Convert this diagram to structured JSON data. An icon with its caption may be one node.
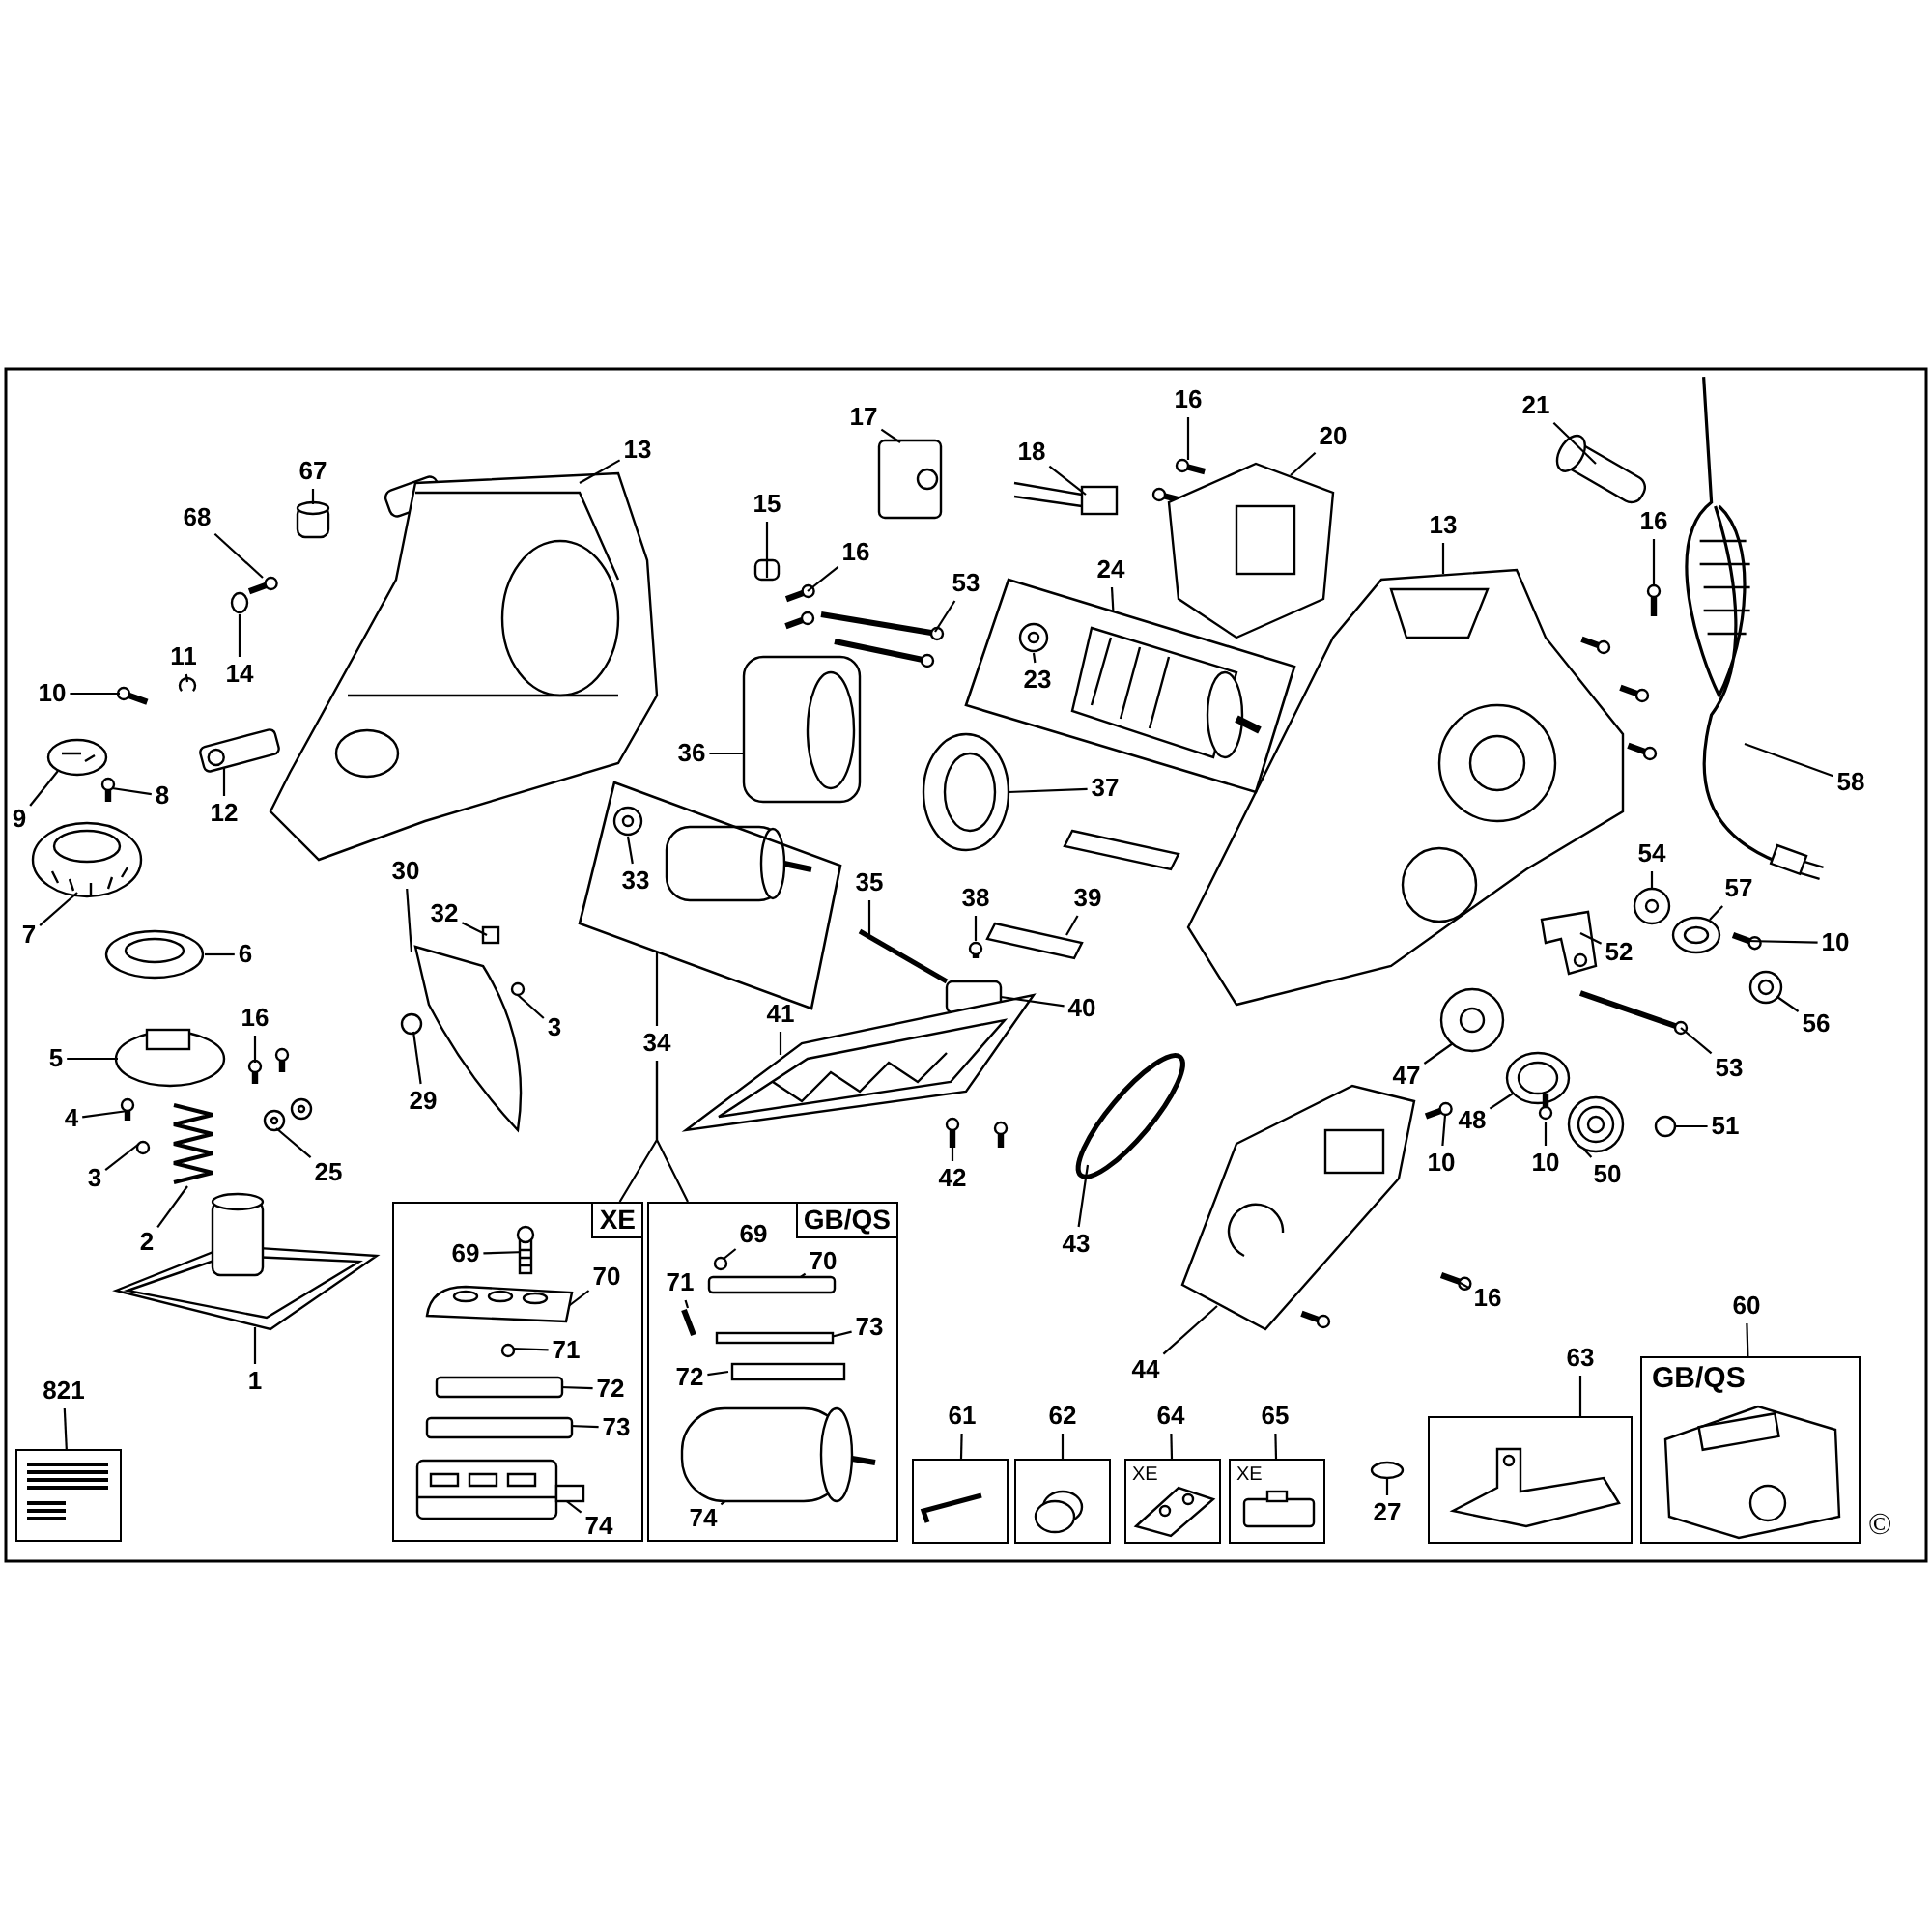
{
  "diagram": {
    "nodes": [
      {
        "text": [
          "67"
        ]
      },
      {
        "text": [
          "68"
        ]
      },
      {
        "text": [
          "14"
        ]
      },
      {
        "text": [
          "11"
        ]
      },
      {
        "text": [
          "10"
        ]
      },
      {
        "text": [
          "9"
        ]
      },
      {
        "text": [
          "8"
        ]
      },
      {
        "text": [
          "12"
        ]
      },
      {
        "text": [
          "7"
        ]
      },
      {
        "text": [
          "6"
        ]
      },
      {
        "text": [
          "5"
        ]
      },
      {
        "text": [
          "16"
        ]
      },
      {
        "text": [
          "4"
        ]
      },
      {
        "text": [
          "3"
        ]
      },
      {
        "text": [
          "2"
        ]
      },
      {
        "text": [
          "25"
        ]
      },
      {
        "text": [
          "1"
        ]
      },
      {
        "text": [
          "13"
        ]
      },
      {
        "text": [
          "30"
        ]
      },
      {
        "text": [
          "32"
        ]
      },
      {
        "text": [
          "3"
        ]
      },
      {
        "text": [
          "29"
        ]
      },
      {
        "text": [],
        "shape": "box"
      },
      {
        "text": [
          "33"
        ],
        "in": 22
      },
      {
        "text": [
          "34"
        ]
      },
      {
        "text": [
          "15"
        ]
      },
      {
        "text": [
          "16"
        ]
      },
      {
        "text": [
          "17"
        ]
      },
      {
        "text": [
          "18"
        ]
      },
      {
        "text": [
          "53"
        ]
      },
      {
        "text": [],
        "shape": "box"
      },
      {
        "text": [
          "23"
        ],
        "in": 30
      },
      {
        "text": [
          "24"
        ]
      },
      {
        "text": [
          "36"
        ]
      },
      {
        "text": [
          "37"
        ]
      },
      {
        "text": [
          "35"
        ]
      },
      {
        "text": [
          "38"
        ]
      },
      {
        "text": [
          "39"
        ]
      },
      {
        "text": [
          "40"
        ]
      },
      {
        "text": [
          "41"
        ]
      },
      {
        "text": [
          "42"
        ]
      },
      {
        "text": [
          "16"
        ]
      },
      {
        "text": [
          "20"
        ]
      },
      {
        "text": [
          "21"
        ]
      },
      {
        "text": [
          "16"
        ]
      },
      {
        "text": [
          "13"
        ]
      },
      {
        "text": [
          "58"
        ]
      },
      {
        "text": [
          "54"
        ]
      },
      {
        "text": [
          "57"
        ]
      },
      {
        "text": [
          "10"
        ]
      },
      {
        "text": [
          "52"
        ]
      },
      {
        "text": [
          "56"
        ]
      },
      {
        "text": [
          "53"
        ]
      },
      {
        "text": [
          "47"
        ]
      },
      {
        "text": [
          "48"
        ]
      },
      {
        "text": [
          "10"
        ]
      },
      {
        "text": [
          "10"
        ]
      },
      {
        "text": [
          "50"
        ]
      },
      {
        "text": [
          "51"
        ]
      },
      {
        "text": [
          "43"
        ]
      },
      {
        "text": [
          "44"
        ]
      },
      {
        "text": [
          "16"
        ]
      },
      {
        "text": [
          "XE"
        ]
      },
      {
        "text": [
          "69"
        ],
        "in": 62
      },
      {
        "text": [
          "70"
        ],
        "in": 62
      },
      {
        "text": [
          "71"
        ],
        "in": 62
      },
      {
        "text": [
          "72"
        ],
        "in": 62
      },
      {
        "text": [
          "73"
        ],
        "in": 62
      },
      {
        "text": [
          "74"
        ],
        "in": 62
      },
      {
        "text": [
          "GB/QS"
        ]
      },
      {
        "text": [
          "69"
        ],
        "in": 69
      },
      {
        "text": [
          "70"
        ],
        "in": 69
      },
      {
        "text": [
          "71"
        ],
        "in": 69
      },
      {
        "text": [
          "73"
        ],
        "in": 69
      },
      {
        "text": [
          "72"
        ],
        "in": 69
      },
      {
        "text": [
          "74"
        ],
        "in": 69
      },
      {
        "text": [
          "821"
        ]
      },
      {
        "text": [],
        "shape": "box"
      },
      {
        "text": [
          "61"
        ]
      },
      {
        "text": [],
        "shape": "box"
      },
      {
        "text": [
          "62"
        ]
      },
      {
        "text": [],
        "shape": "box"
      },
      {
        "text": [
          "64"
        ]
      },
      {
        "text": [
          "XE"
        ]
      },
      {
        "text": [
          "65"
        ]
      },
      {
        "text": [
          "XE"
        ]
      },
      {
        "text": [
          "27"
        ]
      },
      {
        "text": [
          "63"
        ]
      },
      {
        "text": [],
        "shape": "box"
      },
      {
        "text": [
          "60"
        ]
      },
      {
        "text": [
          "GB/QS"
        ]
      },
      {
        "text": [],
        "shape": "cylinder"
      },
      {
        "text": [],
        "shape": "picture"
      },
      {
        "text": [],
        "shape": "circle"
      },
      {
        "text": [],
        "shape": "picture"
      },
      {
        "text": [],
        "shape": "picture"
      },
      {
        "text": [],
        "shape": "picture"
      },
      {
        "text": [],
        "shape": "picture"
      },
      {
        "text": [],
        "shape": "picture"
      },
      {
        "text": [],
        "shape": "picture"
      },
      {
        "text": [],
        "shape": "picture"
      },
      {
        "text": [],
        "shape": "picture"
      },
      {
        "text": [],
        "shape": "picture"
      },
      {
        "text": [],
        "shape": "picture"
      },
      {
        "text": [],
        "shape": "circle"
      },
      {
        "text": [],
        "shape": "picture"
      },
      {
        "text": [],
        "shape": "picture"
      },
      {
        "text": [],
        "shape": "picture"
      },
      {
        "text": [],
        "shape": "picture"
      },
      {
        "text": [],
        "shape": "picture"
      },
      {
        "text": [],
        "shape": "box"
      },
      {
        "text": [],
        "shape": "circle"
      },
      {
        "text": [],
        "shape": "circle"
      },
      {
        "text": [],
        "shape": "picture",
        "in": 22
      },
      {
        "text": [],
        "shape": "box"
      },
      {
        "text": [],
        "shape": "picture"
      },
      {
        "text": [],
        "shape": "picture"
      },
      {
        "text": [],
        "shape": "picture"
      },
      {
        "text": [],
        "shape": "picture"
      },
      {
        "text": [],
        "shape": "picture",
        "in": 30
      },
      {
        "text": [],
        "shape": "picture"
      },
      {
        "text": [],
        "shape": "picture"
      },
      {
        "text": [],
        "shape": "bar"
      },
      {
        "text": [],
        "shape": "picture"
      },
      {
        "text": [],
        "shape": "bar"
      },
      {
        "text": [],
        "shape": "box"
      },
      {
        "text": [],
        "shape": "picture"
      },
      {
        "text": [],
        "shape": "picture"
      },
      {
        "text": [],
        "shape": "picture"
      },
      {
        "text": [],
        "shape": "picture"
      },
      {
        "text": [],
        "shape": "cylinder"
      },
      {
        "text": [],
        "shape": "picture"
      },
      {
        "text": [],
        "shape": "picture"
      },
      {
        "text": [],
        "shape": "picture"
      },
      {
        "text": [],
        "shape": "picture"
      },
      {
        "text": [],
        "shape": "picture"
      },
      {
        "text": [],
        "shape": "picture"
      },
      {
        "text": [],
        "shape": "picture"
      },
      {
        "text": [],
        "shape": "picture"
      },
      {
        "text": [],
        "shape": "picture"
      },
      {
        "text": [],
        "shape": "picture"
      },
      {
        "text": [],
        "shape": "picture"
      },
      {
        "text": [],
        "shape": "picture"
      },
      {
        "text": [],
        "shape": "picture"
      },
      {
        "text": [],
        "shape": "picture"
      },
      {
        "text": [],
        "shape": "circle"
      },
      {
        "text": [],
        "shape": "circle"
      },
      {
        "text": [],
        "shape": "picture"
      },
      {
        "text": [],
        "shape": "picture"
      },
      {
        "text": [],
        "shape": "picture",
        "in": 62
      },
      {
        "text": [],
        "shape": "picture",
        "in": 62
      },
      {
        "text": [],
        "shape": "circle",
        "in": 62
      },
      {
        "text": [],
        "shape": "bar",
        "in": 62
      },
      {
        "text": [],
        "shape": "bar",
        "in": 62
      },
      {
        "text": [],
        "shape": "picture",
        "in": 62
      },
      {
        "text": [],
        "shape": "circle",
        "in": 69
      },
      {
        "text": [],
        "shape": "bar",
        "in": 69
      },
      {
        "text": [],
        "shape": "bar",
        "in": 69
      },
      {
        "text": [],
        "shape": "bar",
        "in": 69
      },
      {
        "text": [],
        "shape": "bar",
        "in": 69
      },
      {
        "text": [],
        "shape": "cylinder",
        "in": 69
      },
      {
        "text": [],
        "shape": "circle"
      }
    ],
    "edges": [
      {
        "from": 0,
        "to": 91,
        "arrow": "none"
      },
      {
        "from": 1,
        "to": 92,
        "arrow": "none"
      },
      {
        "from": 2,
        "to": 93,
        "arrow": "none"
      },
      {
        "from": 3,
        "to": 94,
        "arrow": "none"
      },
      {
        "from": 4,
        "to": 95,
        "arrow": "none"
      },
      {
        "from": 5,
        "to": 96,
        "arrow": "none"
      },
      {
        "from": 6,
        "to": 97,
        "arrow": "none"
      },
      {
        "from": 7,
        "to": 98,
        "arrow": "none"
      },
      {
        "from": 8,
        "to": 99,
        "arrow": "none"
      },
      {
        "from": 9,
        "to": 100,
        "arrow": "none"
      },
      {
        "from": 10,
        "to": 101,
        "arrow": "none"
      },
      {
        "from": 11,
        "to": 102,
        "arrow": "none"
      },
      {
        "from": 12,
        "to": 103,
        "arrow": "none"
      },
      {
        "from": 13,
        "to": 104,
        "arrow": "none"
      },
      {
        "from": 14,
        "to": 105,
        "arrow": "none"
      },
      {
        "from": 15,
        "to": 106,
        "arrow": "none"
      },
      {
        "from": 16,
        "to": 107,
        "arrow": "none"
      },
      {
        "from": 17,
        "to": 108,
        "arrow": "none"
      },
      {
        "from": 18,
        "to": 109,
        "arrow": "none"
      },
      {
        "from": 19,
        "to": 110,
        "arrow": "none"
      },
      {
        "from": 20,
        "to": 111,
        "arrow": "none"
      },
      {
        "from": 21,
        "to": 112,
        "arrow": "none"
      },
      {
        "from": 23,
        "to": 113,
        "arrow": "none"
      },
      {
        "from": 24,
        "to": 22,
        "arrow": "none"
      },
      {
        "from": 24,
        "to": 62,
        "arrow": "none"
      },
      {
        "from": 24,
        "to": 69,
        "arrow": "none"
      },
      {
        "from": 25,
        "to": 114,
        "arrow": "none"
      },
      {
        "from": 26,
        "to": 115,
        "arrow": "none"
      },
      {
        "from": 27,
        "to": 116,
        "arrow": "none"
      },
      {
        "from": 28,
        "to": 117,
        "arrow": "none"
      },
      {
        "from": 29,
        "to": 118,
        "arrow": "none"
      },
      {
        "from": 31,
        "to": 119,
        "arrow": "none"
      },
      {
        "from": 32,
        "to": 30,
        "arrow": "none"
      },
      {
        "from": 33,
        "to": 120,
        "arrow": "none"
      },
      {
        "from": 34,
        "to": 121,
        "arrow": "none"
      },
      {
        "from": 35,
        "to": 122,
        "arrow": "none"
      },
      {
        "from": 36,
        "to": 123,
        "arrow": "none"
      },
      {
        "from": 37,
        "to": 124,
        "arrow": "none"
      },
      {
        "from": 38,
        "to": 125,
        "arrow": "none"
      },
      {
        "from": 39,
        "to": 126,
        "arrow": "none"
      },
      {
        "from": 40,
        "to": 127,
        "arrow": "none"
      },
      {
        "from": 41,
        "to": 128,
        "arrow": "none"
      },
      {
        "from": 42,
        "to": 129,
        "arrow": "none"
      },
      {
        "from": 43,
        "to": 130,
        "arrow": "none"
      },
      {
        "from": 44,
        "to": 131,
        "arrow": "none"
      },
      {
        "from": 45,
        "to": 132,
        "arrow": "none"
      },
      {
        "from": 46,
        "to": 133,
        "arrow": "none"
      },
      {
        "from": 47,
        "to": 134,
        "arrow": "none"
      },
      {
        "from": 48,
        "to": 135,
        "arrow": "none"
      },
      {
        "from": 49,
        "to": 136,
        "arrow": "none"
      },
      {
        "from": 50,
        "to": 137,
        "arrow": "none"
      },
      {
        "from": 51,
        "to": 138,
        "arrow": "none"
      },
      {
        "from": 52,
        "to": 139,
        "arrow": "none"
      },
      {
        "from": 53,
        "to": 140,
        "arrow": "none"
      },
      {
        "from": 54,
        "to": 141,
        "arrow": "none"
      },
      {
        "from": 55,
        "to": 142,
        "arrow": "none"
      },
      {
        "from": 56,
        "to": 143,
        "arrow": "none"
      },
      {
        "from": 57,
        "to": 144,
        "arrow": "none"
      },
      {
        "from": 58,
        "to": 145,
        "arrow": "none"
      },
      {
        "from": 59,
        "to": 146,
        "arrow": "none"
      },
      {
        "from": 60,
        "to": 147,
        "arrow": "none"
      },
      {
        "from": 61,
        "to": 148,
        "arrow": "none"
      },
      {
        "from": 63,
        "to": 149,
        "arrow": "none"
      },
      {
        "from": 64,
        "to": 150,
        "arrow": "none"
      },
      {
        "from": 65,
        "to": 151,
        "arrow": "none"
      },
      {
        "from": 66,
        "to": 152,
        "arrow": "none"
      },
      {
        "from": 67,
        "to": 153,
        "arrow": "none"
      },
      {
        "from": 68,
        "to": 154,
        "arrow": "none"
      },
      {
        "from": 70,
        "to": 155,
        "arrow": "none"
      },
      {
        "from": 71,
        "to": 156,
        "arrow": "none"
      },
      {
        "from": 72,
        "to": 157,
        "arrow": "none"
      },
      {
        "from": 73,
        "to": 158,
        "arrow": "none"
      },
      {
        "from": 74,
        "to": 159,
        "arrow": "none"
      },
      {
        "from": 75,
        "to": 160,
        "arrow": "none"
      },
      {
        "from": 76,
        "to": 77,
        "arrow": "none"
      },
      {
        "from": 78,
        "to": 79,
        "arrow": "none"
      },
      {
        "from": 80,
        "to": 81,
        "arrow": "none"
      },
      {
        "from": 82,
        "to": 83,
        "arrow": "none"
      },
      {
        "from": 84,
        "to": 85,
        "arrow": "none"
      },
      {
        "from": 86,
        "to": 161,
        "arrow": "none"
      },
      {
        "from": 87,
        "to": 88,
        "arrow": "none"
      },
      {
        "from": 89,
        "to": 90,
        "arrow": "none"
      }
    ],
    "labels": [
      "©"
    ]
  }
}
